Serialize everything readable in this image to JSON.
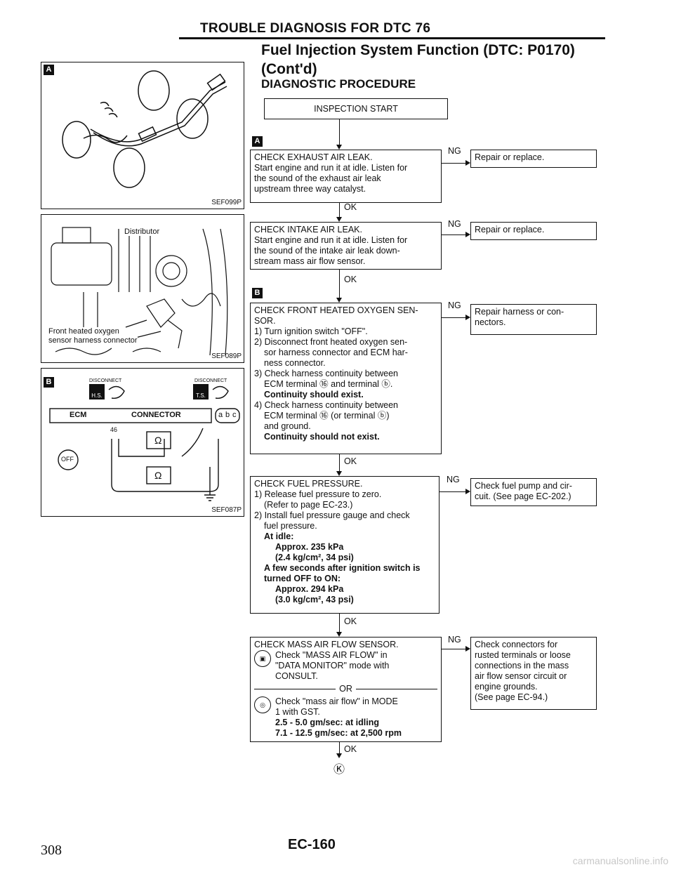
{
  "header": "TROUBLE DIAGNOSIS FOR DTC 76",
  "title_line1": "Fuel Injection System Function (DTC: P0170)",
  "title_line2": "(Cont'd)",
  "subtitle": "DIAGNOSTIC PROCEDURE",
  "markers": {
    "a": "A",
    "b": "B"
  },
  "panels": {
    "p1_code": "SEF099P",
    "p2_code": "SEF089P",
    "p2_distributor": "Distributor",
    "p2_label1": "Front heated oxygen",
    "p2_label2": "sensor harness connector",
    "p3_code": "SEF087P",
    "p3_disconnect1": "DISCONNECT",
    "p3_disconnect2": "DISCONNECT",
    "p3_hs": "H.S.",
    "p3_ts": "T.S.",
    "p3_ecm": "ECM",
    "p3_connector": "CONNECTOR",
    "p3_pin": "46",
    "p3_a": "a",
    "p3_b": "b",
    "p3_c": "c",
    "p3_off": "OFF",
    "p3_ohm": "Ω"
  },
  "flow": {
    "start": "INSPECTION START",
    "ok": "OK",
    "ng": "NG",
    "step1": {
      "l1": "CHECK EXHAUST AIR LEAK.",
      "l2": "Start engine and run it at idle. Listen for",
      "l3": "the sound of the exhaust air leak",
      "l4": "upstream three way catalyst.",
      "ng_action": "Repair or replace."
    },
    "step2": {
      "l1": "CHECK INTAKE AIR LEAK.",
      "l2": "Start engine and run it at idle. Listen for",
      "l3": "the sound of the intake air leak down-",
      "l4": "stream mass air flow sensor.",
      "ng_action": "Repair or replace."
    },
    "step3": {
      "l1": "CHECK FRONT HEATED OXYGEN SEN-",
      "l2": "SOR.",
      "l3": "1) Turn ignition switch \"OFF\".",
      "l4": "2) Disconnect front heated oxygen sen-",
      "l5": "sor harness connector and ECM har-",
      "l6": "ness connector.",
      "l7": "3) Check harness continuity between",
      "l8": "ECM terminal ⑯ and terminal ⓑ.",
      "l9": "Continuity should exist.",
      "l10": "4) Check harness continuity between",
      "l11": "ECM terminal ⑯ (or terminal ⓑ)",
      "l12": "and ground.",
      "l13": "Continuity should not exist.",
      "ng_action1": "Repair harness or con-",
      "ng_action2": "nectors."
    },
    "step4": {
      "l1": "CHECK FUEL PRESSURE.",
      "l2": "1) Release fuel pressure to zero.",
      "l3": "(Refer to page EC-23.)",
      "l4": "2) Install fuel pressure gauge and check",
      "l5": "fuel pressure.",
      "l6": "At idle:",
      "l7": "Approx. 235 kPa",
      "l8": "(2.4 kg/cm², 34 psi)",
      "l9": "A few seconds after ignition switch is",
      "l10": "turned OFF to ON:",
      "l11": "Approx. 294 kPa",
      "l12": "(3.0 kg/cm², 43 psi)",
      "ng_action1": "Check fuel pump and cir-",
      "ng_action2": "cuit. (See page EC-202.)"
    },
    "step5": {
      "l1": "CHECK MASS AIR FLOW SENSOR.",
      "l2": "Check \"MASS AIR FLOW\" in",
      "l3": "\"DATA MONITOR\" mode with",
      "l4": "CONSULT.",
      "or": "OR",
      "l5": "Check \"mass air flow\" in MODE",
      "l6": "1 with GST.",
      "l7": "2.5 - 5.0 gm/sec: at idling",
      "l8": "7.1 - 12.5 gm/sec: at 2,500 rpm",
      "ng_action1": "Check connectors for",
      "ng_action2": "rusted terminals or loose",
      "ng_action3": "connections in the mass",
      "ng_action4": "air flow sensor circuit or",
      "ng_action5": "engine grounds.",
      "ng_action6": "(See page EC-94.)"
    },
    "next": "Ⓚ"
  },
  "footer": {
    "page_number": "308",
    "page_code": "EC-160",
    "watermark": "carmanualsonline.info"
  }
}
